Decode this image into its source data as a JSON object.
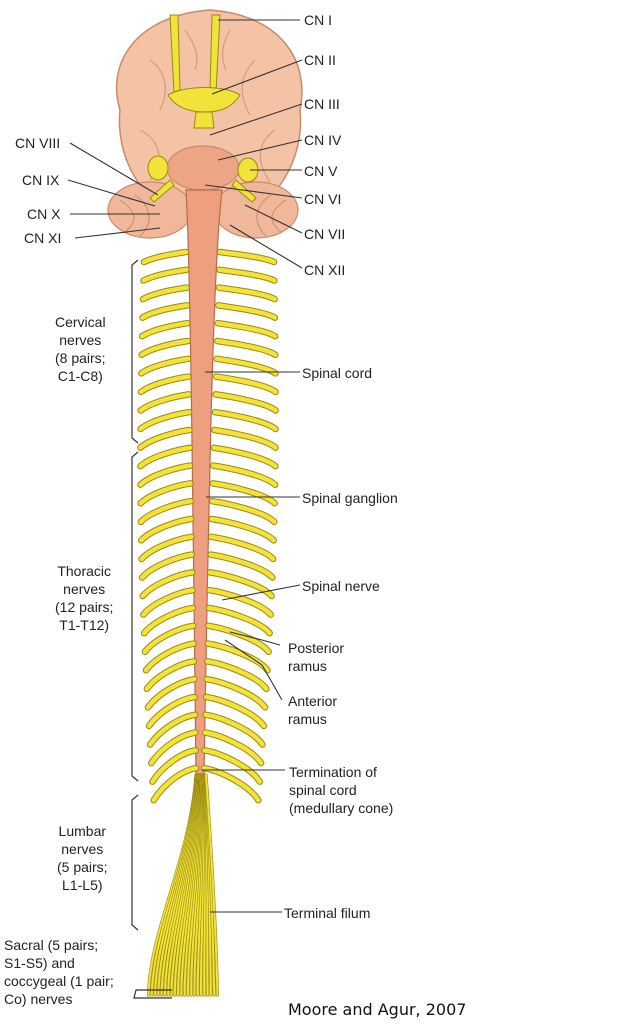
{
  "figure": {
    "cranial_nerves_right": [
      "CN I",
      "CN II",
      "CN III",
      "CN IV",
      "CN V",
      "CN VI",
      "CN VII",
      "CN XII"
    ],
    "cranial_nerves_left": [
      "CN VIII",
      "CN IX",
      "CN X",
      "CN XI"
    ],
    "regions": {
      "cervical": "Cervical\nnerves\n(8 pairs;\nC1-C8)",
      "thoracic": "Thoracic\nnerves\n(12 pairs;\nT1-T12)",
      "lumbar": "Lumbar\nnerves\n(5 pairs;\nL1-L5)",
      "sacral": "Sacral (5 pairs;\nS1-S5) and\ncoccygeal (1 pair;\nCo) nerves"
    },
    "structures": {
      "spinal_cord": "Spinal cord",
      "spinal_ganglion": "Spinal ganglion",
      "spinal_nerve": "Spinal nerve",
      "posterior_ramus": "Posterior\nramus",
      "anterior_ramus": "Anterior\nramus",
      "termination": "Termination of\nspinal cord\n(medullary cone)",
      "terminal_filum": "Terminal filum"
    },
    "credit": "Moore and Agur, 2007"
  },
  "colors": {
    "brain": "#f4c3a6",
    "brain_line": "#c98a6a",
    "cord": "#ee9f7f",
    "nerve": "#f2e23a",
    "nerve_line": "#9a8a10",
    "leader": "#333333"
  }
}
